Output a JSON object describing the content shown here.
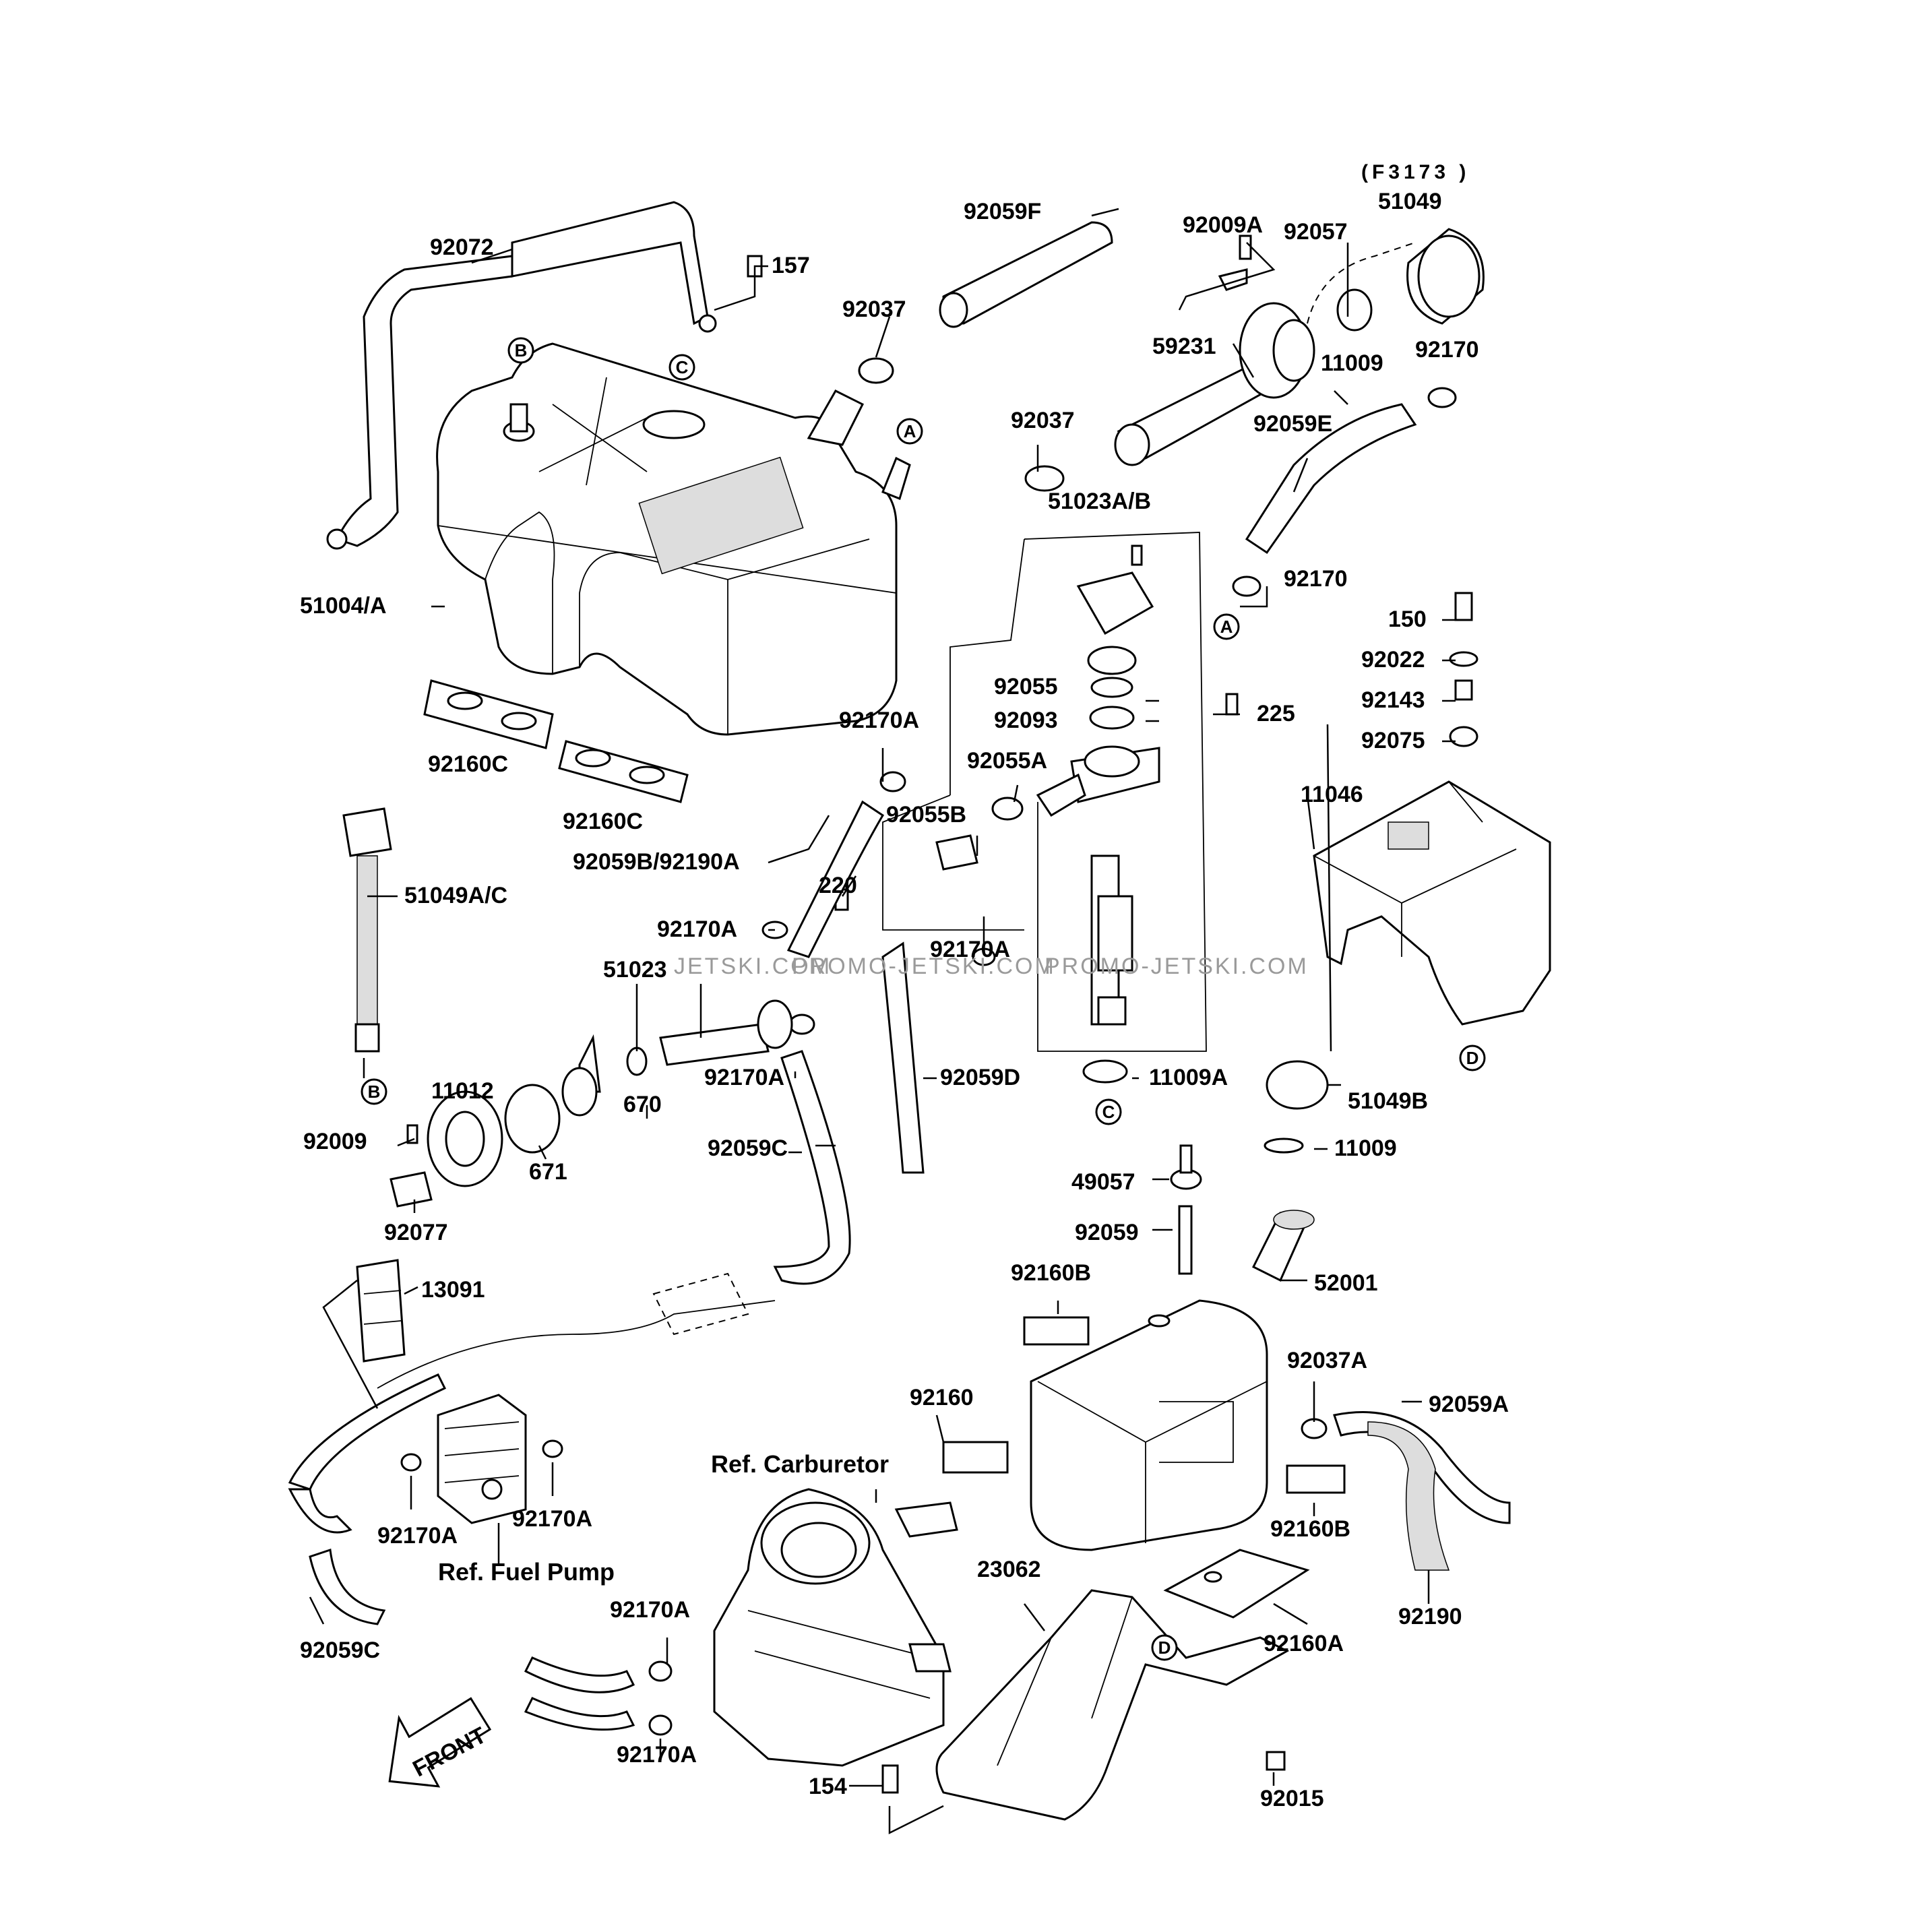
{
  "diagram": {
    "reference_code": "(F3173 )",
    "watermarks": [
      "JETSKI.COM",
      "PROMO-JETSKI.COM",
      "PROMO-JETSKI.COM"
    ],
    "reference_labels": [
      "Ref. Carburetor",
      "Ref. Fuel Pump"
    ],
    "front_arrow_label": "FRONT",
    "callouts": [
      "A",
      "B",
      "C",
      "D"
    ],
    "part_labels": [
      "92072",
      "157",
      "92037",
      "92059F",
      "92009A",
      "92057",
      "51049",
      "59231",
      "11009",
      "92170",
      "92059E",
      "92037",
      "51023A/B",
      "51004/A",
      "92170",
      "150",
      "92022",
      "92143",
      "92075",
      "92055",
      "92093",
      "225",
      "92160C",
      "92160C",
      "92170A",
      "92055A",
      "11046",
      "92055B",
      "92059B/92190A",
      "51049A/C",
      "220",
      "92170A",
      "92170A",
      "51023",
      "92170A",
      "92059D",
      "11009A",
      "51049B",
      "11012",
      "670",
      "92009",
      "671",
      "92059C",
      "11009",
      "92077",
      "49057",
      "92059",
      "92160B",
      "52001",
      "13091",
      "92037A",
      "92160",
      "92059A",
      "Ref. Carburetor",
      "92170A",
      "92170A",
      "92160B",
      "Ref. Fuel Pump",
      "23062",
      "92190",
      "92170A",
      "92059C",
      "92160A",
      "92170A",
      "154",
      "92015"
    ]
  }
}
